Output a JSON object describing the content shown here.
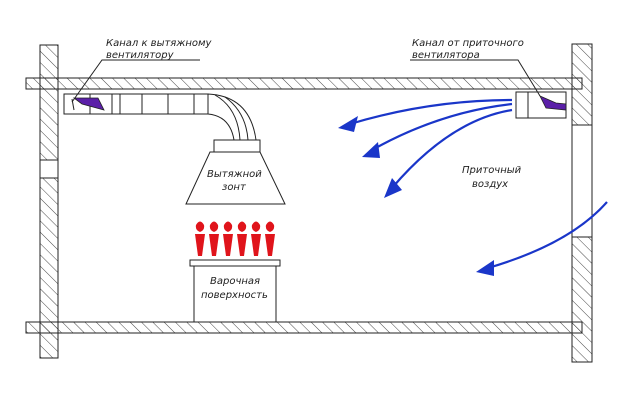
{
  "labels": {
    "exhaust_channel_line1": "Канал к вытяжному",
    "exhaust_channel_line2": "вентилятору",
    "supply_channel_line1": "Канал от приточного",
    "supply_channel_line2": "вентилятора",
    "hood_line1": "Вытяжной",
    "hood_line2": "зонт",
    "supply_air_line1": "Приточный",
    "supply_air_line2": "воздух",
    "stove_line1": "Варочная",
    "stove_line2": "поверхность"
  },
  "colors": {
    "airflow": "#1a36c9",
    "heat": "#e0141b",
    "fan_detail": "#5b1fa8",
    "outline": "#222222"
  },
  "heat_flame_count": 6
}
